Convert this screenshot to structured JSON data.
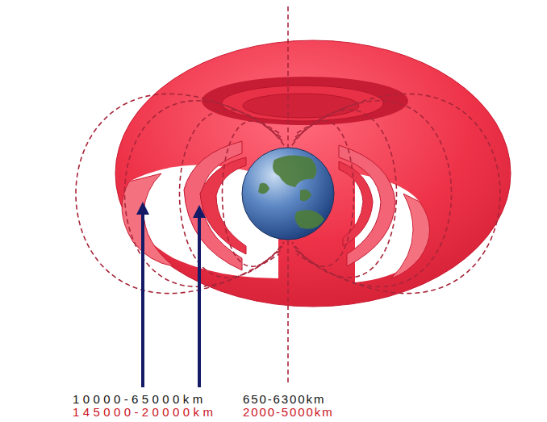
{
  "diagram": {
    "labels": [
      "10000-65000km",
      "650-6300km",
      "145000-20000km",
      "2000-5000km"
    ]
  }
}
